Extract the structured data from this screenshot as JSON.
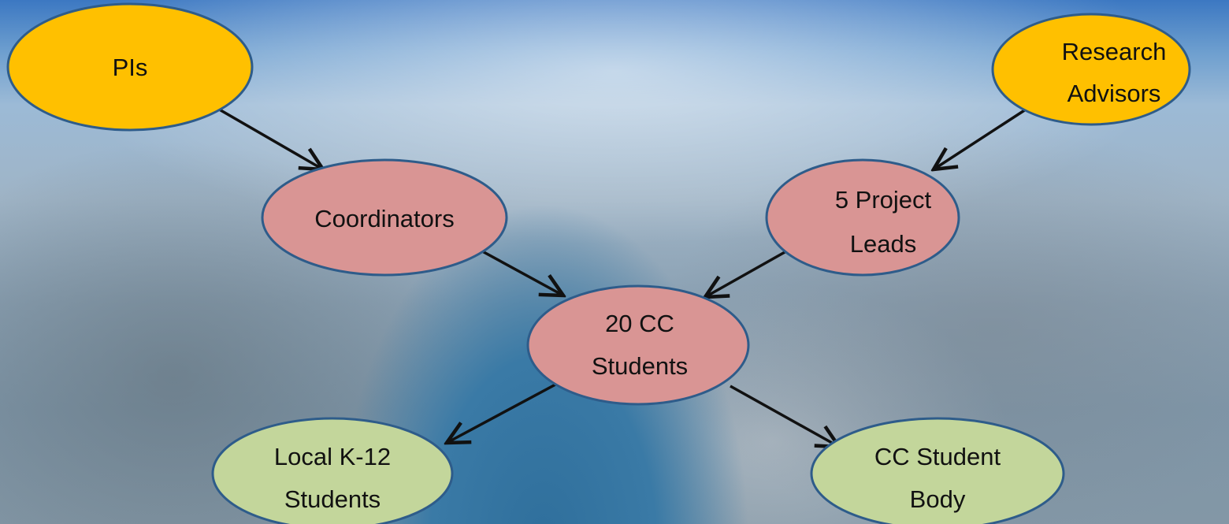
{
  "nodes": {
    "pis": {
      "lines": [
        "PIs"
      ],
      "color": "#ffc000"
    },
    "research_advisors": {
      "lines": [
        "Research",
        "Advisors"
      ],
      "color": "#ffc000"
    },
    "coordinators": {
      "lines": [
        "Coordinators"
      ],
      "color": "#d99594"
    },
    "project_leads": {
      "lines": [
        "5 Project",
        "Leads"
      ],
      "color": "#d99594"
    },
    "cc_students": {
      "lines": [
        "20 CC",
        "Students"
      ],
      "color": "#d99594"
    },
    "k12_students": {
      "lines": [
        "Local K-12",
        "Students"
      ],
      "color": "#c3d69b"
    },
    "student_body": {
      "lines": [
        "CC Student",
        "Body"
      ],
      "color": "#c3d69b"
    }
  },
  "edges": [
    {
      "from": "pis",
      "to": "coordinators"
    },
    {
      "from": "research_advisors",
      "to": "project_leads"
    },
    {
      "from": "coordinators",
      "to": "cc_students"
    },
    {
      "from": "project_leads",
      "to": "cc_students"
    },
    {
      "from": "cc_students",
      "to": "k12_students"
    },
    {
      "from": "cc_students",
      "to": "student_body"
    }
  ],
  "style": {
    "outline": "#2e5c8a",
    "arrow": "#111111"
  }
}
